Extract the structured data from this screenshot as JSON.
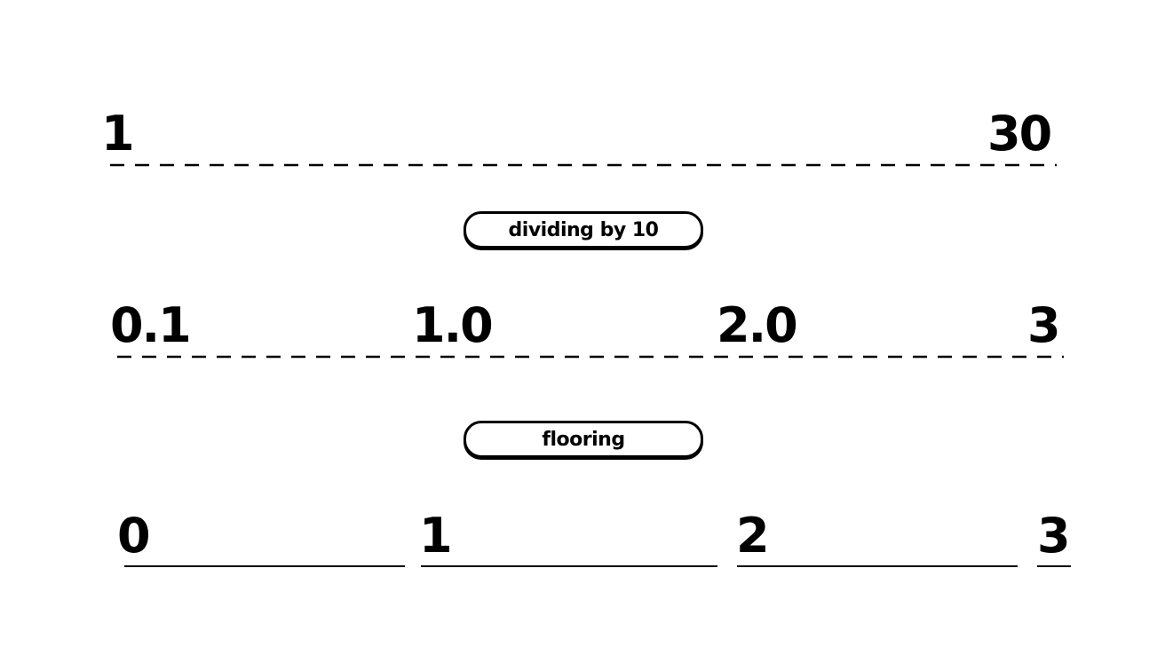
{
  "row1": {
    "start": "1",
    "end": "30"
  },
  "step1": {
    "label": "dividing by 10"
  },
  "row2": {
    "values": [
      "0.1",
      "1.0",
      "2.0",
      "3"
    ]
  },
  "step2": {
    "label": "flooring"
  },
  "row3": {
    "values": [
      "0",
      "1",
      "2",
      "3"
    ]
  }
}
